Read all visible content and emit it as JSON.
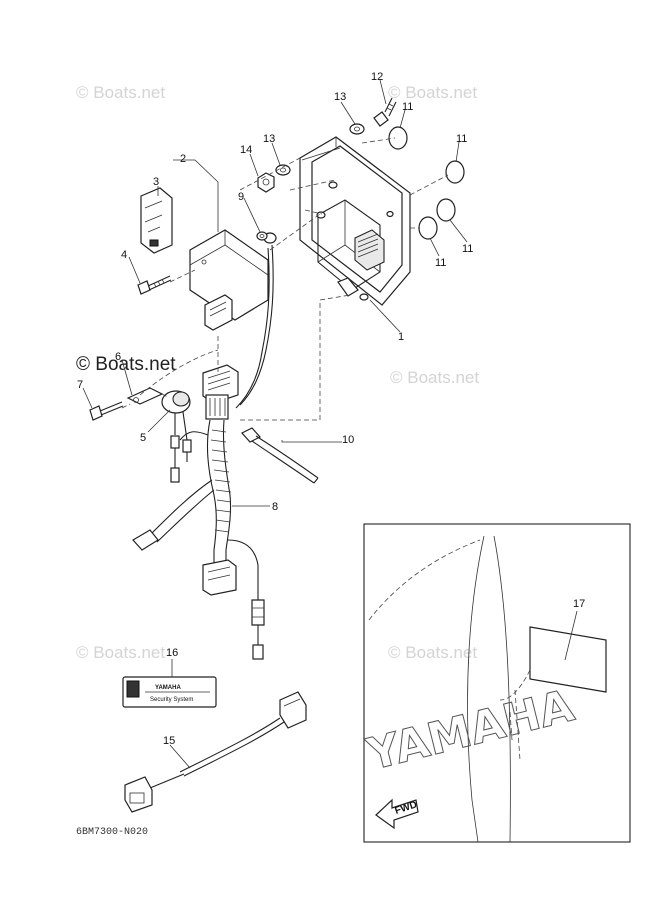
{
  "watermarks": [
    "© Boats.net",
    "© Boats.net",
    "© Boats.net",
    "© Boats.net",
    "© Boats.net",
    "© Boats.net"
  ],
  "watermark_prominent": "© Boats.net",
  "callouts": {
    "n1": "1",
    "n2": "2",
    "n3": "3",
    "n4": "4",
    "n5": "5",
    "n6": "6",
    "n7": "7",
    "n8": "8",
    "n9": "9",
    "n10": "10",
    "n11a": "11",
    "n11b": "11",
    "n11c": "11",
    "n11d": "11",
    "n12": "12",
    "n13a": "13",
    "n13b": "13",
    "n14": "14",
    "n15": "15",
    "n16": "16",
    "n17": "17"
  },
  "security_label": {
    "brand": "YAMAHA",
    "caption": "Security System"
  },
  "inset": {
    "hull_lettering": "YAMAHA",
    "fwd_label": "FWD"
  },
  "diagram_code": "6BM7300-N020"
}
